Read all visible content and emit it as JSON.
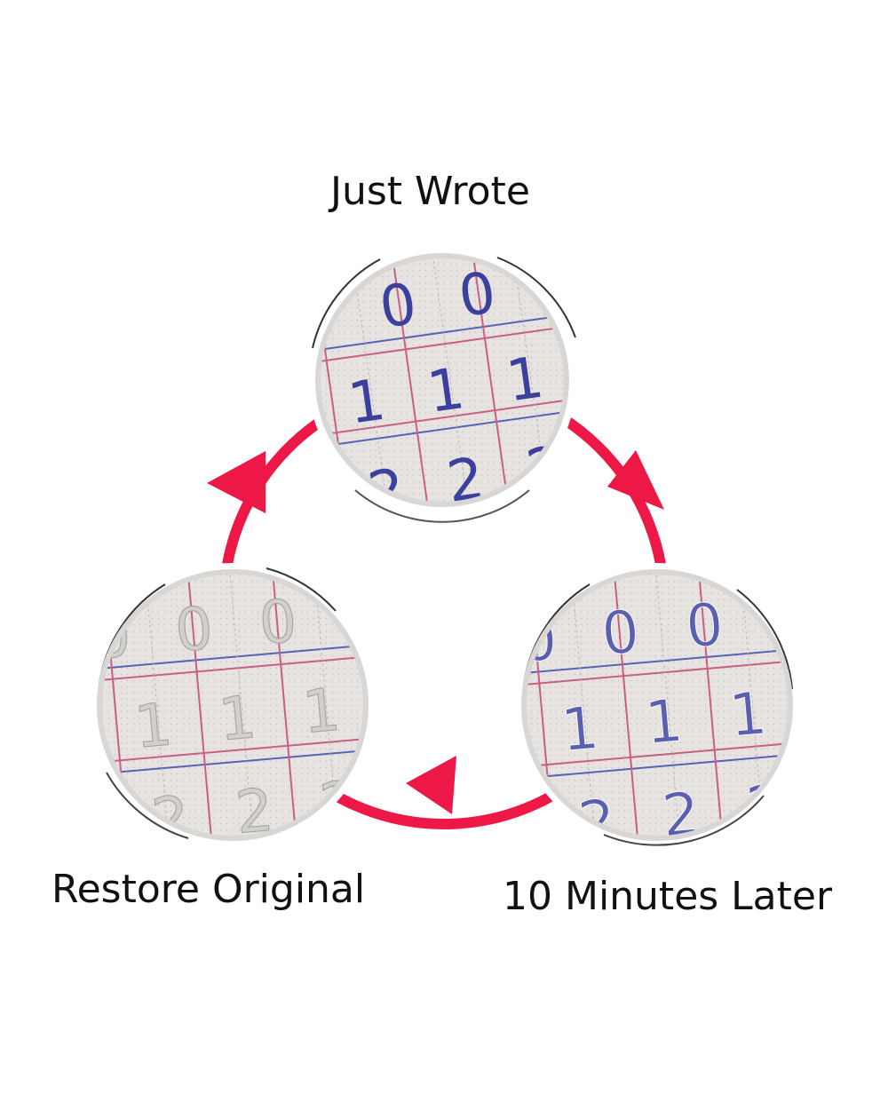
{
  "stages": {
    "just_wrote": {
      "label": "Just Wrote",
      "ink": "blue"
    },
    "ten_minutes_later": {
      "label": "10 Minutes Later",
      "ink": "faded-blue"
    },
    "restore_original": {
      "label": "Restore Original",
      "ink": "embossed"
    }
  },
  "magnified_rows": [
    "0",
    "1",
    "2"
  ],
  "colors": {
    "arrow": "#ee1846",
    "ink_blue": "#3b3f9e",
    "ink_faded": "#5a5fb0",
    "ink_embossed": "#b8b6b2",
    "paper": "#e6e3e1",
    "grid_red": "#c95f85",
    "grid_blue": "#5862b4"
  },
  "icons": [
    "cycle-arrow-icon"
  ]
}
